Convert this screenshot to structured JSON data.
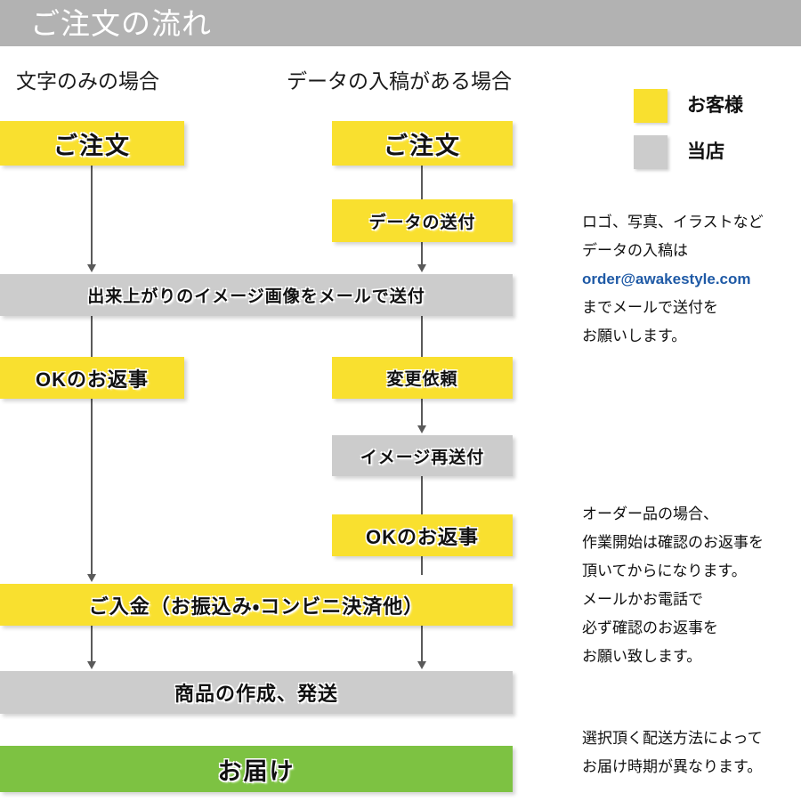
{
  "header": {
    "title": "ご注文の流れ",
    "bar_color": "#b2b2b2",
    "title_color": "#ffffff"
  },
  "columns": {
    "left_caption": "文字のみの場合",
    "right_caption": "データの入稿がある場合"
  },
  "legend": {
    "items": [
      {
        "label": "お客様",
        "color": "#f9e02f",
        "swatch_name": "customer"
      },
      {
        "label": "当店",
        "color": "#cccccc",
        "swatch_name": "shop"
      }
    ]
  },
  "flow": {
    "left": [
      {
        "label": "ご注文",
        "fill": "#f9e02f",
        "role": "customer"
      },
      {
        "label": "OKのお返事",
        "fill": "#f9e02f",
        "role": "customer"
      }
    ],
    "right": [
      {
        "label": "ご注文",
        "fill": "#f9e02f",
        "role": "customer"
      },
      {
        "label": "データの送付",
        "fill": "#f9e02f",
        "role": "customer"
      },
      {
        "label": "変更依頼",
        "fill": "#f9e02f",
        "role": "customer"
      },
      {
        "label": "イメージ再送付",
        "fill": "#cccccc",
        "role": "shop"
      },
      {
        "label": "OKのお返事",
        "fill": "#f9e02f",
        "role": "customer"
      }
    ],
    "shared": [
      {
        "label": "出来上がりのイメージ画像をメールで送付",
        "fill": "#cccccc",
        "role": "shop"
      },
      {
        "label": "ご入金（お振込み・コンビニ決済他）",
        "fill": "#f9e02f",
        "role": "customer"
      },
      {
        "label": "商品の作成、発送",
        "fill": "#cccccc",
        "role": "shop"
      },
      {
        "label": "お届け",
        "fill": "#7dc242",
        "role": "delivery"
      }
    ]
  },
  "notes": {
    "data_submission": {
      "lines": [
        "ロゴ、写真、イラストなど",
        "データの入稿は"
      ],
      "email": "order@awakestyle.com",
      "email_color": "#1f5aa6",
      "after": [
        "までメールで送付を",
        "お願いします。"
      ]
    },
    "order_confirm": {
      "lines": [
        "オーダー品の場合、",
        "作業開始は確認のお返事を",
        "頂いてからになります。",
        "メールかお電話で",
        "必ず確認のお返事を",
        "お願い致します。"
      ]
    },
    "shipping": {
      "lines": [
        "選択頂く配送方法によって",
        "お届け時期が異なります。"
      ]
    }
  }
}
